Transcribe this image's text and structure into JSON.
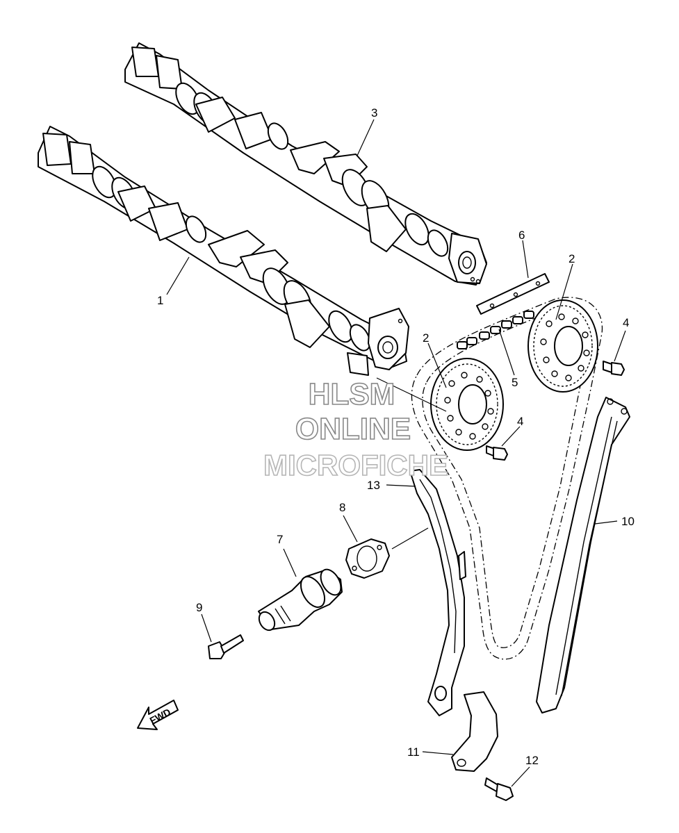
{
  "diagram": {
    "callouts": [
      "1",
      "2",
      "2",
      "3",
      "4",
      "4",
      "5",
      "6",
      "7",
      "8",
      "9",
      "10",
      "11",
      "12",
      "13"
    ]
  },
  "watermark": {
    "line1": "HLSM",
    "line2": "ONLINE",
    "line3": "MICROFICHE"
  },
  "direction_arrow": {
    "label": "FWD"
  }
}
